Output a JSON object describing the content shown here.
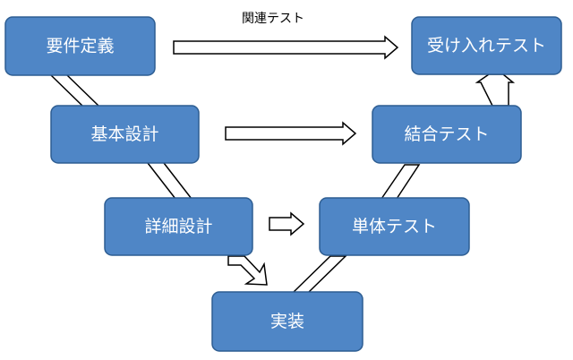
{
  "diagram": {
    "caption": "関連テスト",
    "nodes": {
      "requirements": "要件定義",
      "basic_design": "基本設計",
      "detailed_design": "詳細設計",
      "implementation": "実装",
      "unit_test": "単体テスト",
      "integration_test": "結合テスト",
      "acceptance_test": "受け入れテスト"
    }
  },
  "colors": {
    "box_fill": "#4f86c6",
    "box_stroke": "#2d5d92",
    "arrow_stroke": "#000000",
    "arrow_fill": "#ffffff",
    "text": "#ffffff"
  }
}
